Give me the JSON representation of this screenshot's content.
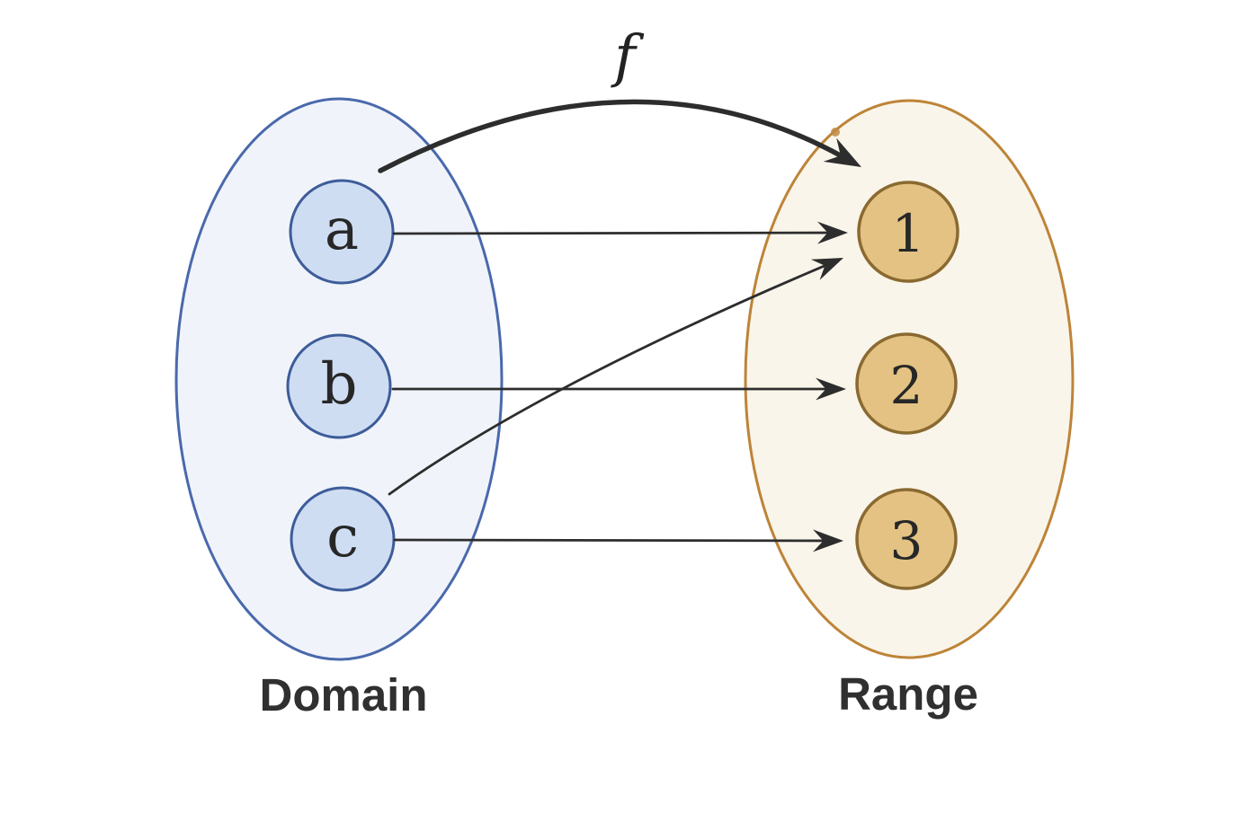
{
  "diagram": {
    "function_label": "f",
    "domain": {
      "label": "Domain",
      "elements": [
        "a",
        "b",
        "c"
      ]
    },
    "range": {
      "label": "Range",
      "elements": [
        "1",
        "2",
        "3"
      ]
    },
    "mappings": [
      {
        "from": "a",
        "to": "1"
      },
      {
        "from": "b",
        "to": "2"
      },
      {
        "from": "c",
        "to": "1"
      },
      {
        "from": "c",
        "to": "3"
      }
    ],
    "colors": {
      "domain_ellipse_fill": "#f0f4fa",
      "domain_ellipse_stroke": "#4a69ac",
      "domain_node_fill": "#cfddf3",
      "domain_node_stroke": "#3d5c99",
      "range_ellipse_fill": "#faf5ea",
      "range_ellipse_stroke": "#bd8438",
      "range_node_fill": "#e3c283",
      "range_node_stroke": "#8a6a31",
      "arrow": "#2d2d2d",
      "node_text": "#272727",
      "label_text": "#303030"
    }
  }
}
